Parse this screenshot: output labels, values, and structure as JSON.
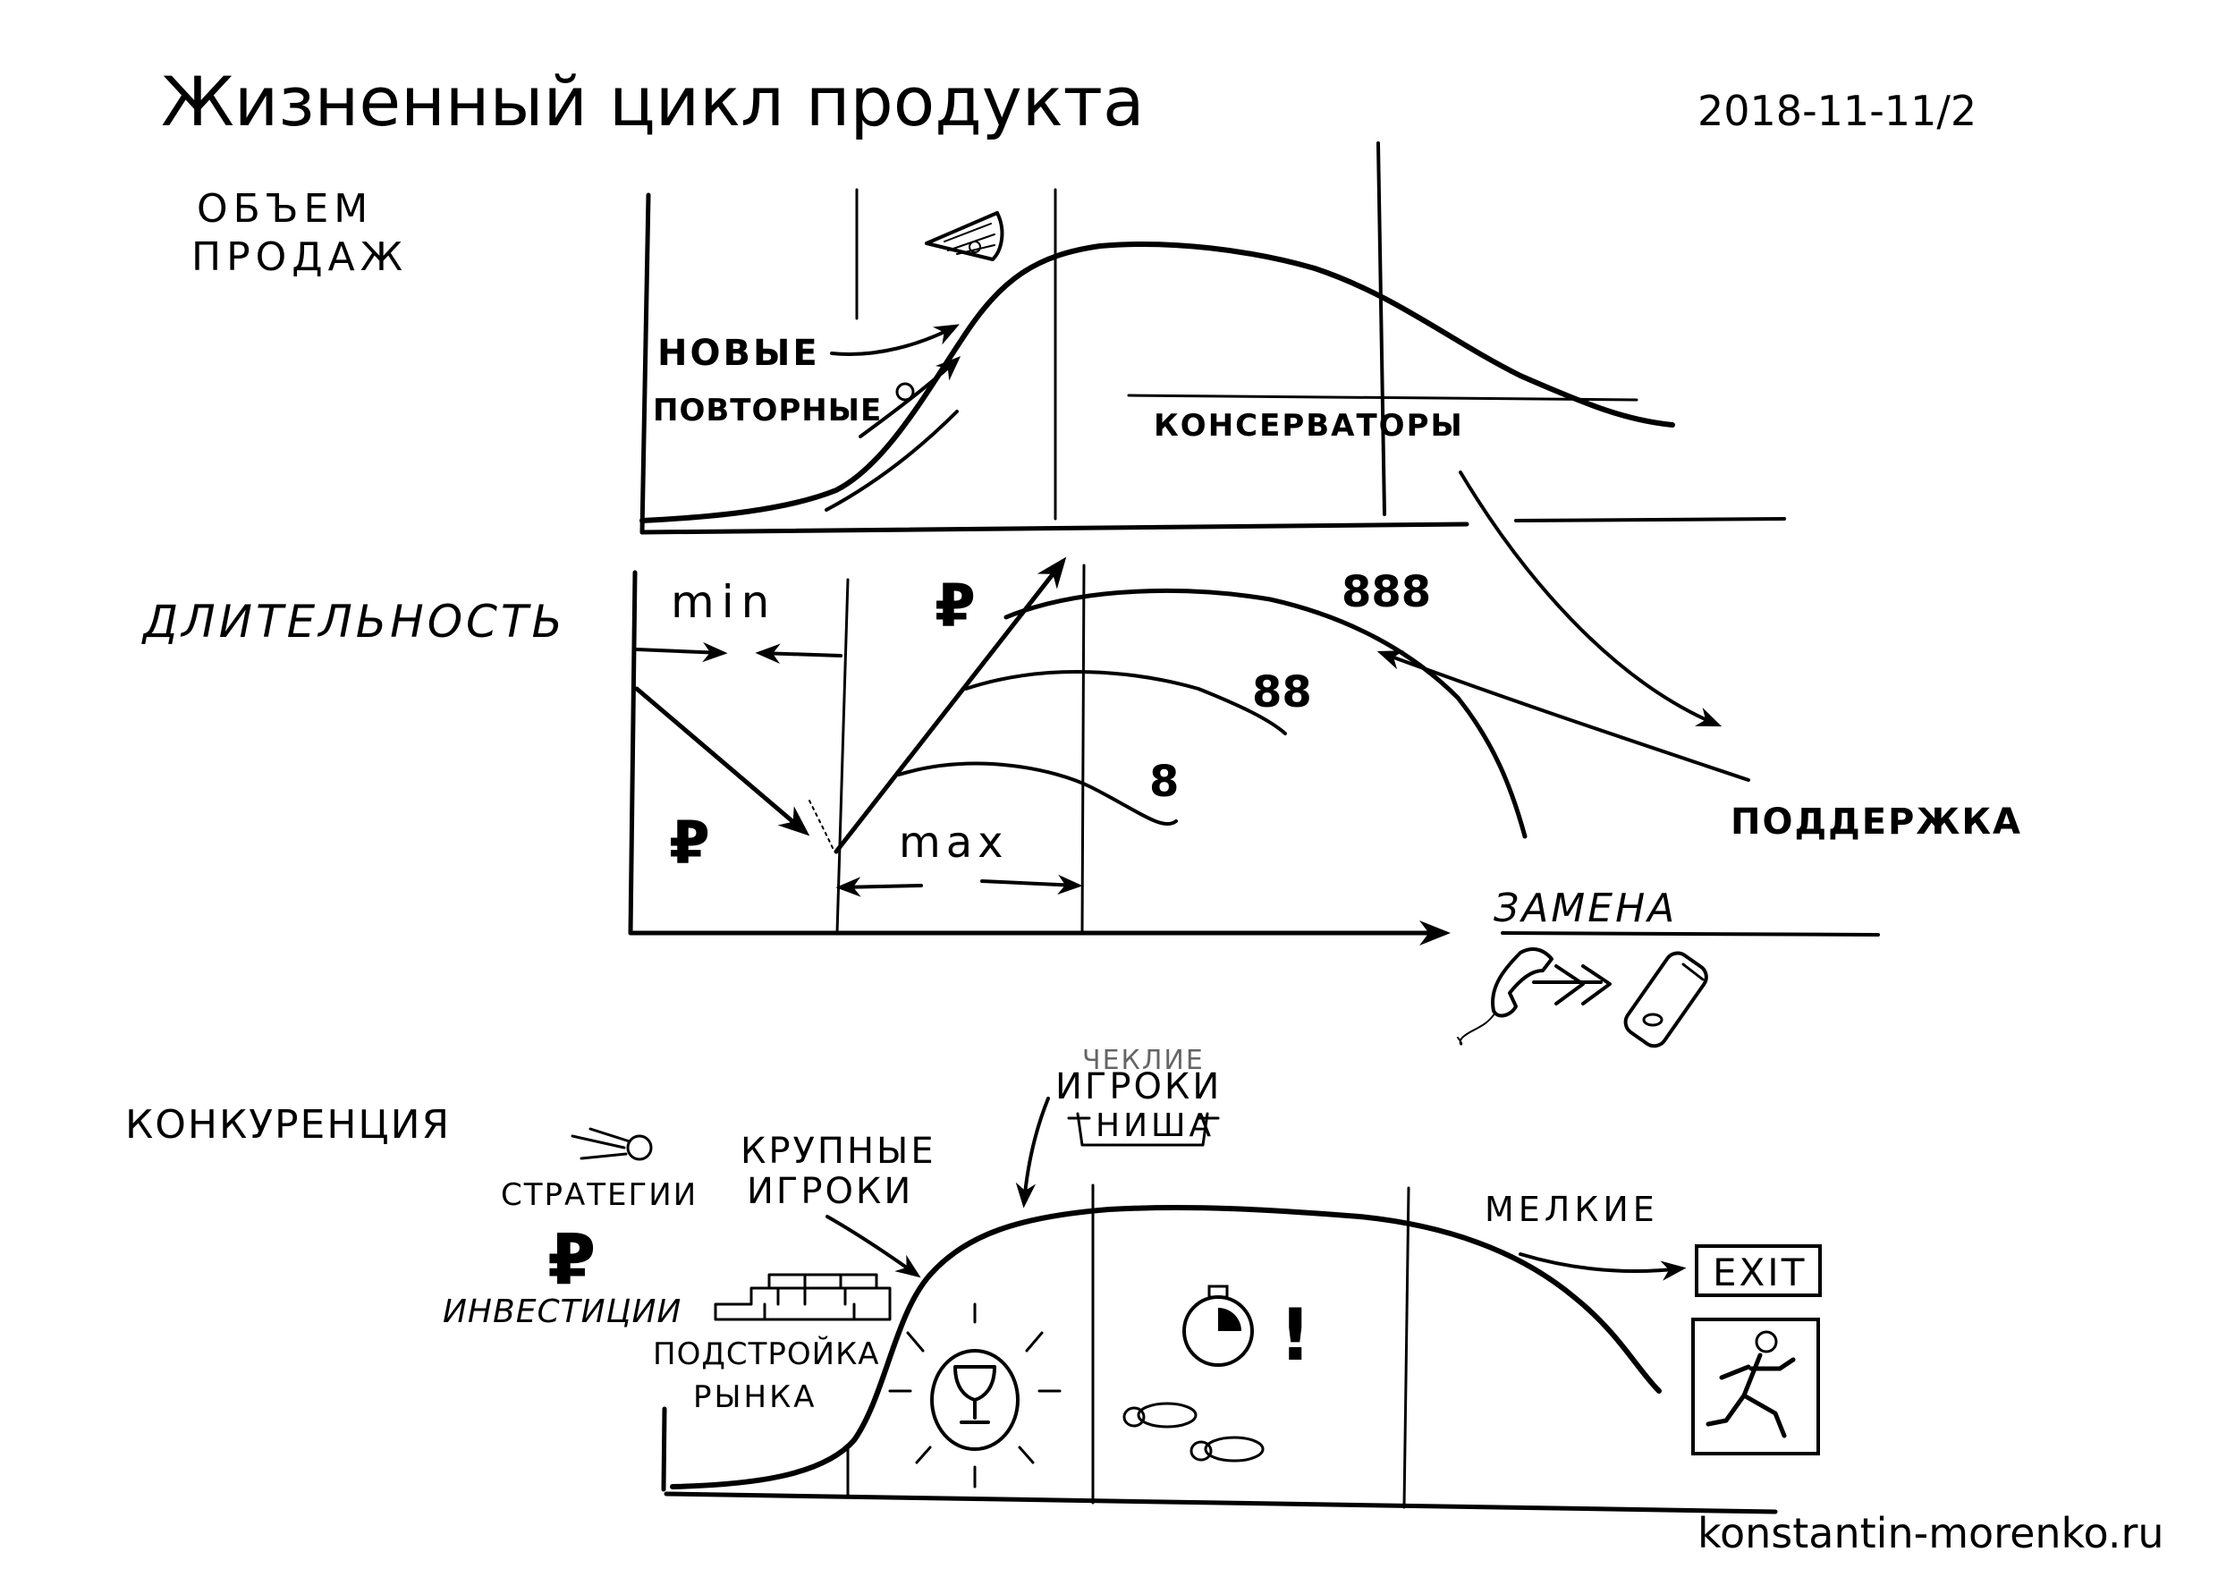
{
  "title": "Жизненный цикл продукта",
  "date": "2018-11-11/2",
  "footer": "konstantin-morenko.ru",
  "chart1": {
    "y_label_line1": "ОБЪЕМ",
    "y_label_line2": "ПРОДАЖ",
    "new_label": "НОВЫЕ",
    "repeat_label": "ПОВТОРНЫЕ",
    "conservators_label": "КОНСЕРВАТОРЫ"
  },
  "chart2": {
    "y_label": "ДЛИТЕЛЬНОСТЬ",
    "min_label": "min",
    "max_label": "max",
    "ruble1": "₽",
    "ruble2": "₽",
    "count1": "8",
    "count2": "88",
    "count3": "888",
    "support_label": "ПОДДЕРЖКА",
    "replace_label": "ЗАМЕНА"
  },
  "chart3": {
    "y_label": "КОНКУРЕНЦИЯ",
    "strategies_label": "СТРАТЕГИИ",
    "ruble": "₽",
    "investments_label": "ИНВЕСТИЦИИ",
    "market_tuning_line1": "ПОДСТРОЙКА",
    "market_tuning_line2": "РЫНКА",
    "big_players_line1": "КРУПНЫЕ",
    "big_players_line2": "ИГРОКИ",
    "niche_players_line0": "ЧЕКЛИЕ",
    "niche_players_line1": "ИГРОКИ",
    "niche_label": "НИША",
    "small_label": "МЕЛКИЕ",
    "exit_label": "EXIT",
    "exclamation": "!"
  }
}
